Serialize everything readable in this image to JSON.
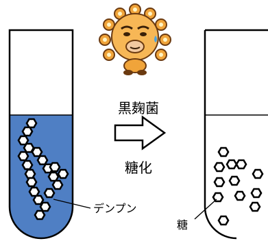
{
  "labels": {
    "top": "黒麹菌",
    "bottom": "糖化",
    "starch": "デンプン",
    "sugar": "糖"
  },
  "colors": {
    "liquid": "#4f7fc4",
    "outline": "#000000",
    "background": "#ffffff"
  },
  "icons": {
    "mascot": "sun-mascot-icon",
    "arrow": "right-arrow-icon"
  }
}
